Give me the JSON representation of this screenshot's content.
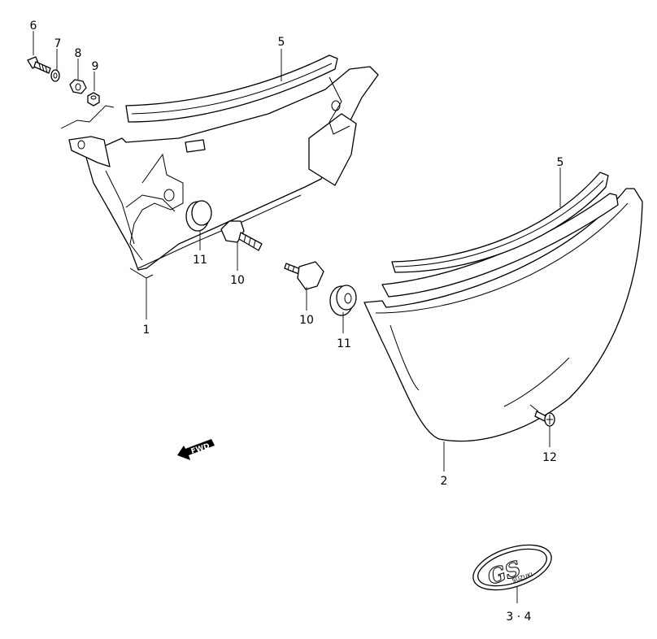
{
  "labels": {
    "l1": "1",
    "l2": "2",
    "l34": "3 · 4",
    "l5a": "5",
    "l5b": "5",
    "l6": "6",
    "l7": "7",
    "l8": "8",
    "l9": "9",
    "l10a": "10",
    "l10b": "10",
    "l11a": "11",
    "l11b": "11",
    "l12": "12"
  },
  "fwd_arrow": {
    "text": "FWD"
  },
  "emblem": {
    "brand": "SUZUKI"
  },
  "colors": {
    "line": "#000000",
    "background": "#ffffff"
  }
}
